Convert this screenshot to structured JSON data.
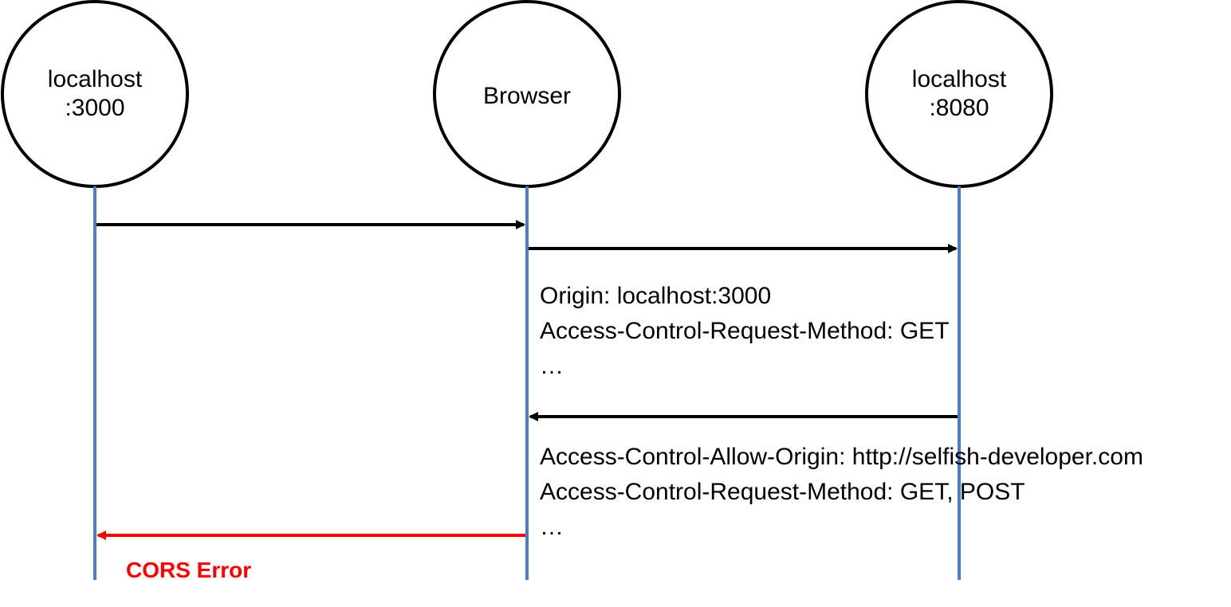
{
  "colors": {
    "lifeline": "#4a7cc9",
    "arrow": "#000000",
    "error": "#ff0000"
  },
  "actors": {
    "client": {
      "line1": "localhost",
      "line2": ":3000"
    },
    "browser": {
      "label": "Browser"
    },
    "server": {
      "line1": "localhost",
      "line2": ":8080"
    }
  },
  "messages": {
    "preflight_request": {
      "line1": "Origin: localhost:3000",
      "line2": "Access-Control-Request-Method: GET",
      "line3": "…"
    },
    "preflight_response": {
      "line1": "Access-Control-Allow-Origin: http://selfish-developer.com",
      "line2": "Access-Control-Request-Method: GET, POST",
      "line3": "…"
    },
    "error": {
      "label": "CORS Error"
    }
  }
}
